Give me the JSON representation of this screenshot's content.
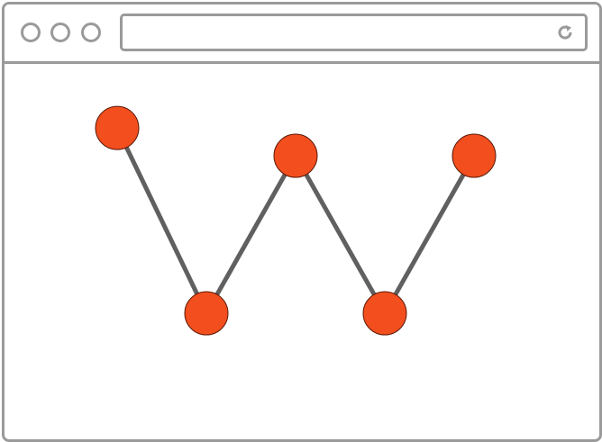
{
  "browser": {
    "url_value": "",
    "controls": [
      "close",
      "minimize",
      "maximize"
    ],
    "reload_icon": "reload-icon"
  },
  "colors": {
    "frame": "#9a9a9a",
    "line": "#606060",
    "node_fill": "#f24e1e",
    "node_stroke": "#5a1a08"
  },
  "chart_data": {
    "type": "line",
    "x": [
      1,
      2,
      3,
      4,
      5
    ],
    "values": [
      3,
      1,
      2.7,
      1,
      2.7
    ],
    "ylim": [
      0,
      3.4
    ],
    "grid": false,
    "legend": "none"
  }
}
